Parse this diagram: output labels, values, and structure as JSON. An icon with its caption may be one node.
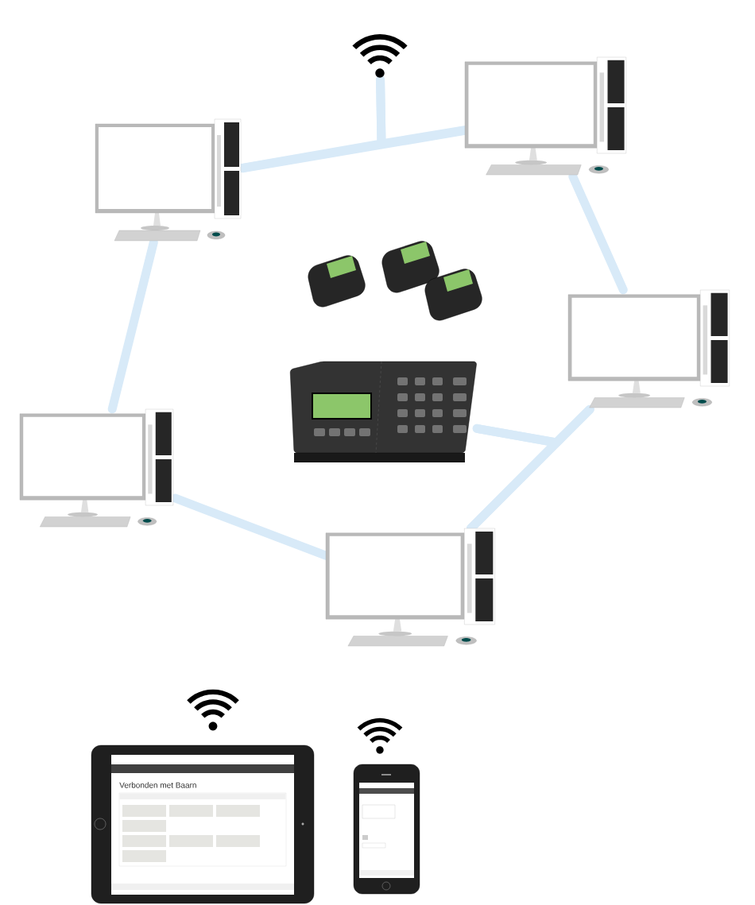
{
  "diagram": {
    "nodes": [
      {
        "text": [],
        "shape": "picture"
      },
      {
        "text": [],
        "shape": "picture"
      },
      {
        "text": [],
        "shape": "picture"
      },
      {
        "text": [],
        "shape": "picture"
      },
      {
        "text": [],
        "shape": "picture"
      },
      {
        "text": [],
        "shape": "picture"
      },
      {
        "text": [],
        "shape": "picture"
      },
      {
        "text": [
          "Verbonden met Baarn"
        ]
      },
      {
        "text": [],
        "shape": "picture"
      }
    ],
    "edges": [
      {
        "from": 0,
        "to": 1,
        "arrow": "none"
      },
      {
        "from": 1,
        "to": 2,
        "arrow": "none"
      },
      {
        "from": 2,
        "to": 4,
        "arrow": "none"
      },
      {
        "from": 4,
        "to": 3,
        "arrow": "none"
      },
      {
        "from": 3,
        "to": 0,
        "arrow": "none"
      },
      {
        "from": 5,
        "to": 0,
        "arrow": "none"
      },
      {
        "from": 5,
        "to": 1,
        "arrow": "none"
      },
      {
        "from": 6,
        "to": 2,
        "arrow": "none"
      },
      {
        "from": 6,
        "to": 4,
        "arrow": "none"
      }
    ]
  }
}
